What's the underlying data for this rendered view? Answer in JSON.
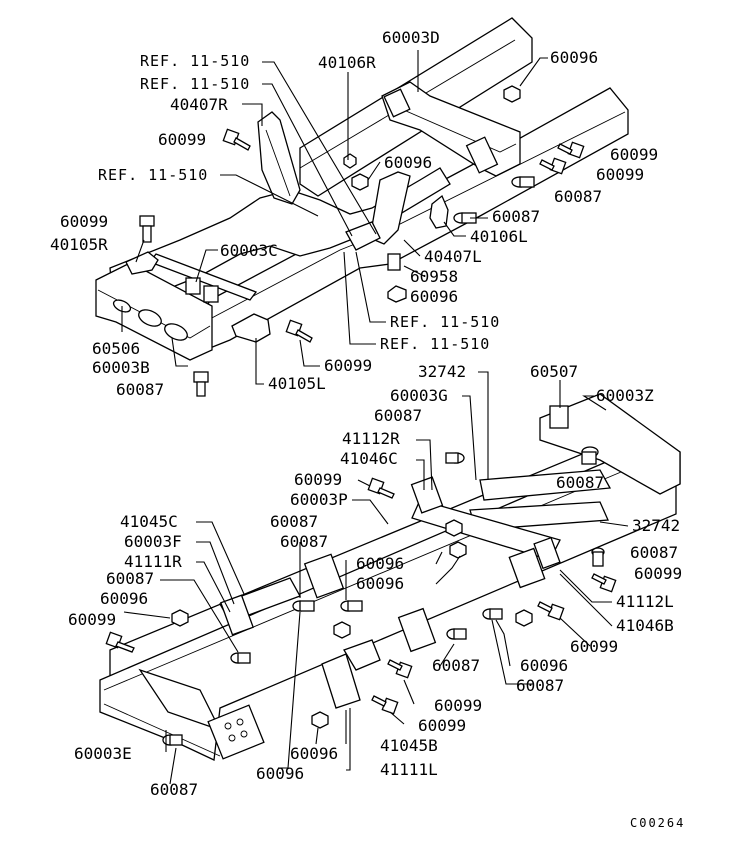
{
  "diagram_code": "C00264",
  "labels": {
    "l01": "REF. 11-510",
    "l02": "REF. 11-510",
    "l03": "40407R",
    "l04": "60099",
    "l05": "REF. 11-510",
    "l06": "40106R",
    "l07": "60003D",
    "l08": "60096",
    "l09": "60096",
    "l10": "60099",
    "l11": "60099",
    "l12": "60087",
    "l13": "60099",
    "l14": "40105R",
    "l15": "60003C",
    "l16": "60087",
    "l17": "40106L",
    "l18": "40407L",
    "l19": "60958",
    "l20": "60096",
    "l21": "REF. 11-510",
    "l22": "REF. 11-510",
    "l23": "60506",
    "l24": "60003B",
    "l25": "60087",
    "l26": "40105L",
    "l27": "60099",
    "l28": "32742",
    "l29": "60507",
    "l30": "60003Z",
    "l31": "60003G",
    "l32": "60087",
    "l33": "41112R",
    "l34": "41046C",
    "l35": "60087",
    "l36": "60099",
    "l37": "60003P",
    "l38": "41045C",
    "l39": "60087",
    "l40": "32742",
    "l41": "60003F",
    "l42": "60087",
    "l43": "60087",
    "l44": "41111R",
    "l45": "60096",
    "l46": "60099",
    "l47": "60087",
    "l48": "60096",
    "l49": "60096",
    "l50": "41112L",
    "l51": "60099",
    "l52": "41046B",
    "l53": "60099",
    "l54": "60096",
    "l55": "60087",
    "l56": "60087",
    "l57": "60099",
    "l58": "60099",
    "l59": "60003E",
    "l60": "60096",
    "l61": "41045B",
    "l62": "60096",
    "l63": "41111L",
    "l64": "60087"
  }
}
